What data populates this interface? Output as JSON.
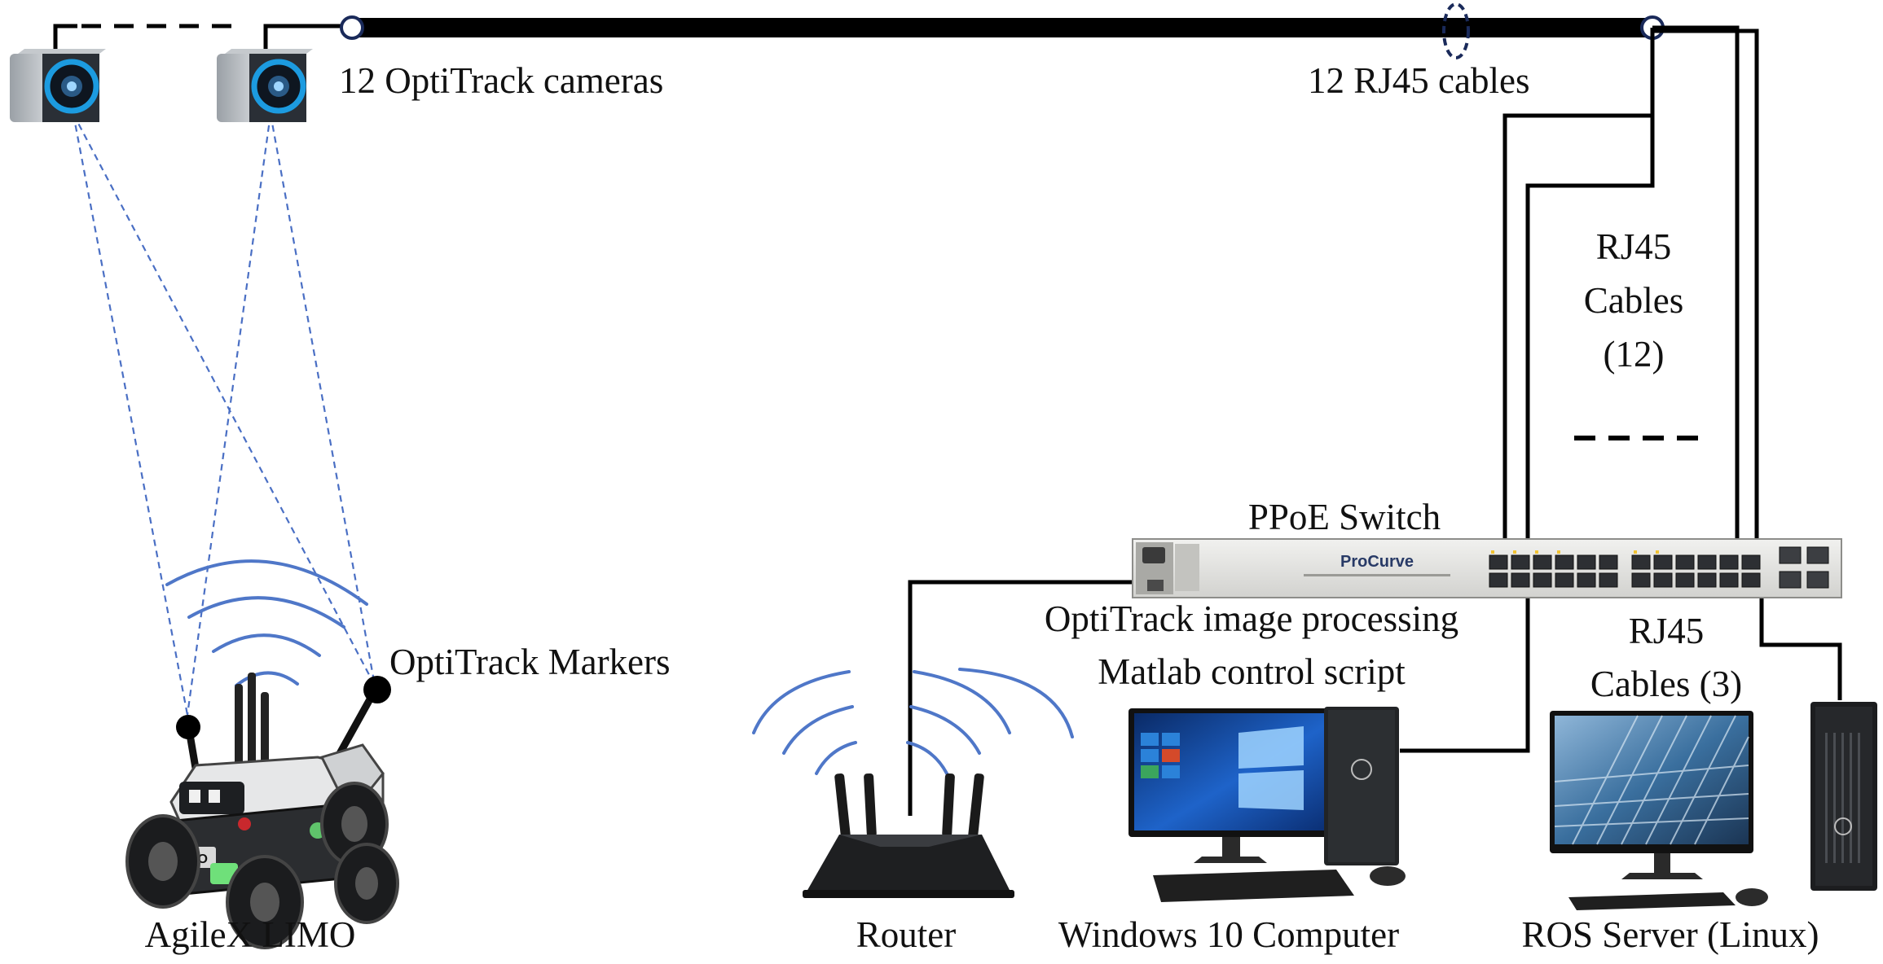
{
  "labels": {
    "cameras": "12 OptiTrack cameras",
    "rj45_12_top": "12 RJ45 cables",
    "rj45_12_side_line1": "RJ45",
    "rj45_12_side_line2": "Cables",
    "rj45_12_side_line3": "(12)",
    "switch": "PPoE Switch",
    "switch_brand": "ProCurve",
    "optitrack_processing": "OptiTrack image processing",
    "matlab_script": "Matlab control script",
    "rj45_3_line1": "RJ45",
    "rj45_3_line2": "Cables (3)",
    "markers": "OptiTrack Markers",
    "robot": "AgileX LIMO",
    "robot_brand": "LIMO",
    "router": "Router",
    "windows_pc": "Windows 10 Computer",
    "ros_server": "ROS Server (Linux)"
  },
  "colors": {
    "cable": "#000000",
    "sight_line": "#4a6fc4",
    "wifi": "#4f77c8",
    "camera_ring": "#1c9be0"
  },
  "icons": {
    "camera": "optitrack-camera-icon",
    "switch": "network-switch-icon",
    "router": "wifi-router-icon",
    "robot": "robot-icon",
    "desktop": "desktop-computer-icon"
  }
}
